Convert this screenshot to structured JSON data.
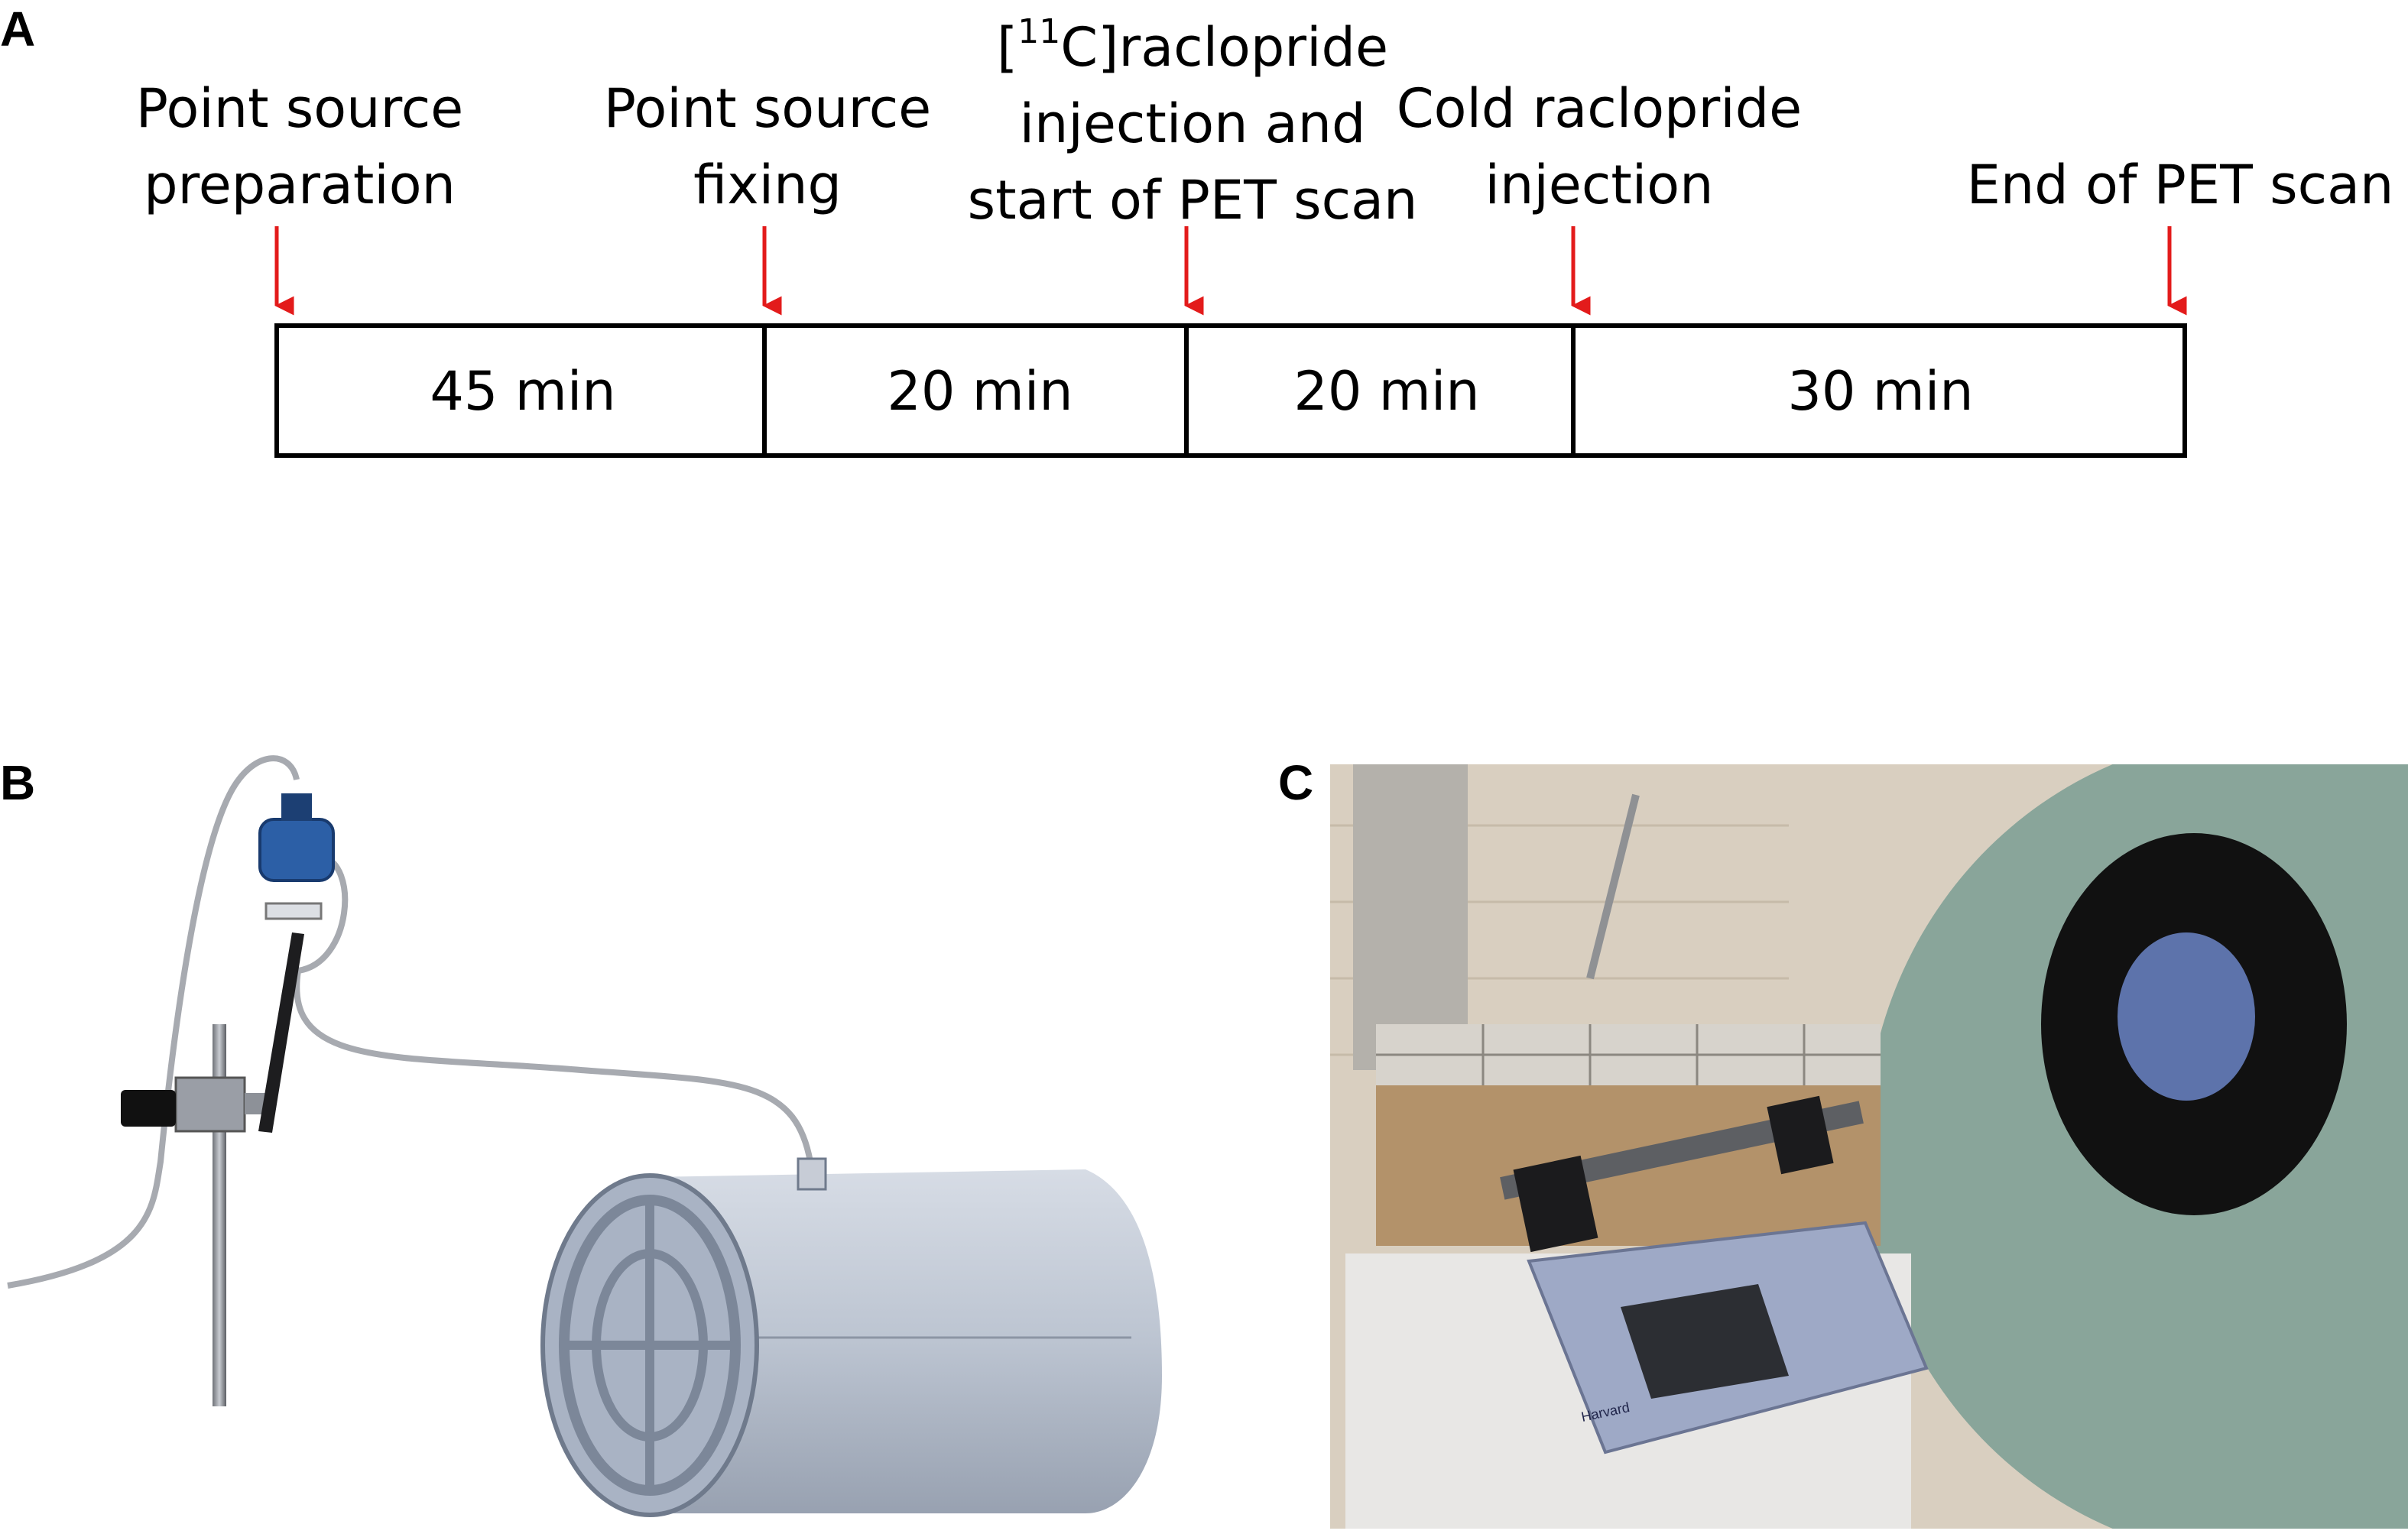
{
  "panels": {
    "a": "A",
    "b": "B",
    "c": "C"
  },
  "timeline": {
    "events": [
      {
        "lines": [
          "Point source",
          "preparation"
        ]
      },
      {
        "lines": [
          "Point source",
          "fixing"
        ]
      },
      {
        "lines": [
          "[",
          "11",
          "C]raclopride",
          "injection and",
          "start of PET scan"
        ],
        "has_superscript": true
      },
      {
        "lines": [
          "Cold raclopride",
          "injection"
        ]
      },
      {
        "lines": [
          "End of PET scan"
        ]
      }
    ],
    "segments": [
      {
        "minutes": 45,
        "label": "45 min"
      },
      {
        "minutes": 20,
        "label": "20 min"
      },
      {
        "minutes": 20,
        "label": "20 min"
      },
      {
        "minutes": 30,
        "label": "30 min"
      }
    ],
    "arrow_color": "#e31b1b"
  },
  "photo_c": {
    "device_text": "Harvard"
  }
}
